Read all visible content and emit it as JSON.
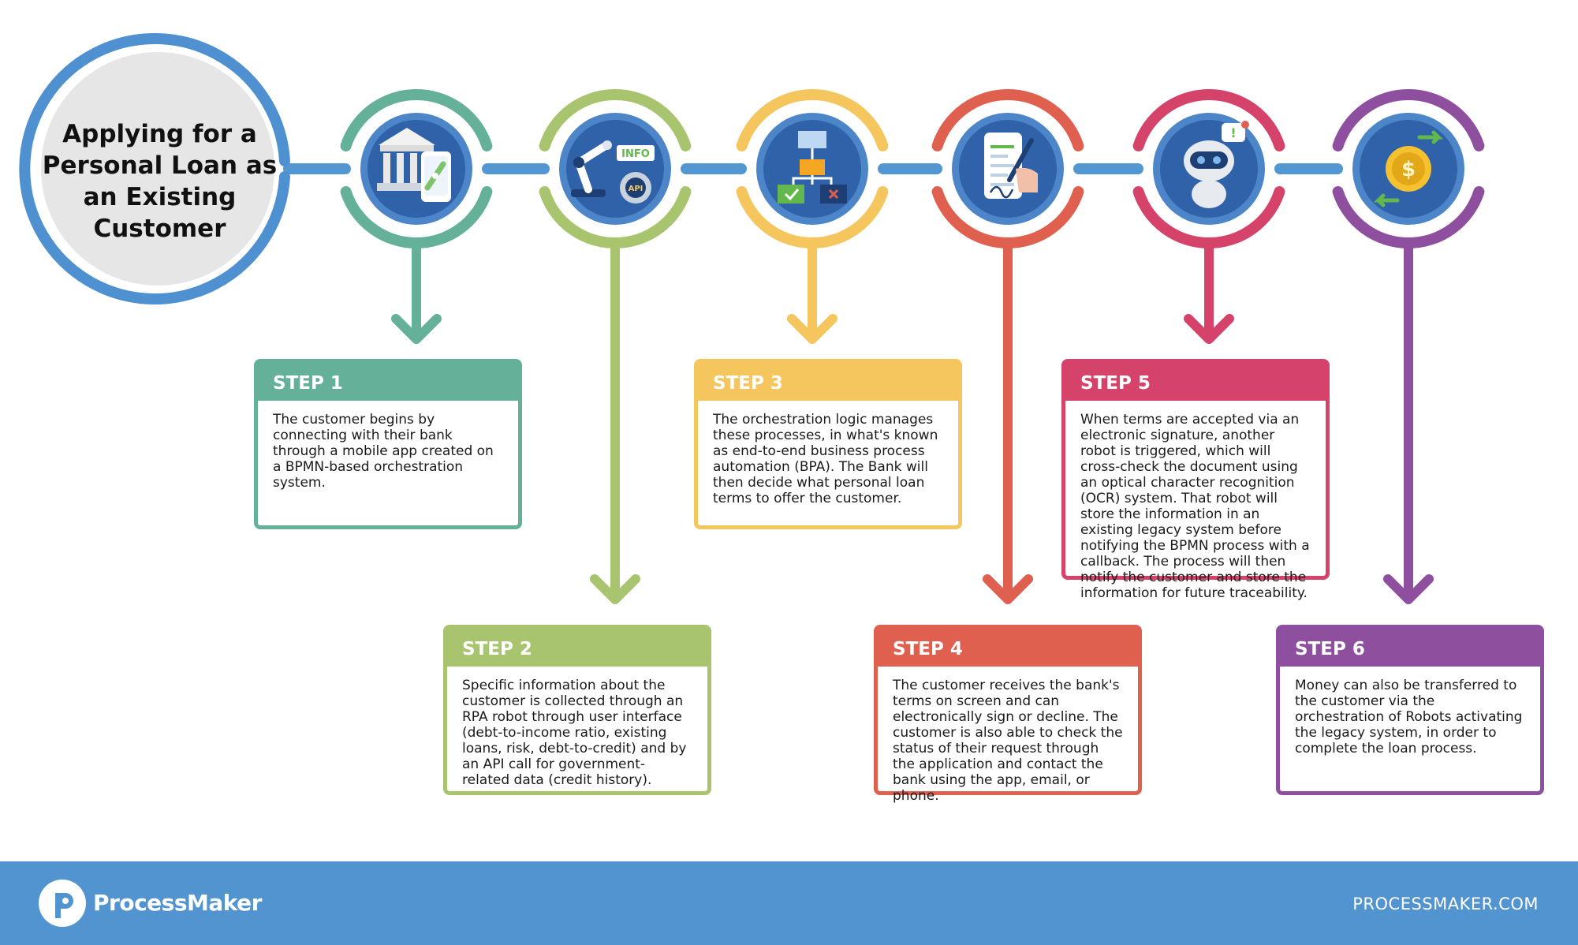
{
  "title": "Applying for a Personal Loan as an Existing Customer",
  "colors": {
    "title_ring": "#4f90d0",
    "connector": "#5296d2",
    "icon_disc": "#4c86c8",
    "footer": "#5294cf"
  },
  "steps": [
    {
      "label": "STEP 1",
      "color": "#64b098",
      "icon": "bank-phone-icon",
      "text": "The customer begins by connecting with their bank through a mobile app created on a BPMN-based orchestration system."
    },
    {
      "label": "STEP 2",
      "color": "#a8c46e",
      "icon": "robot-arm-api-icon",
      "text": "Specific information about the customer is collected through an RPA robot through user interface (debt-to-income ratio, existing loans, risk, debt-to-credit) and by an API call for government-related data (credit history)."
    },
    {
      "label": "STEP 3",
      "color": "#f5c65e",
      "icon": "flowchart-icon",
      "text": "The orchestration logic manages these processes, in what's known as end-to-end business process automation (BPA). The Bank will then decide what personal loan terms to offer the customer."
    },
    {
      "label": "STEP 4",
      "color": "#e0604f",
      "icon": "phone-signature-icon",
      "text": "The customer receives the bank's terms on screen and can electronically sign or decline. The customer is also able to check the status of their request through the application and contact the bank using the app, email, or phone."
    },
    {
      "label": "STEP 5",
      "color": "#d6436a",
      "icon": "robot-alert-icon",
      "text": "When terms are accepted via an electronic signature, another robot is triggered, which will cross-check the document using an optical character recognition (OCR) system. That robot will store the information in an existing legacy system before notifying the BPMN process with a callback. The process will then notify the customer and store the information for future traceability."
    },
    {
      "label": "STEP 6",
      "color": "#8e4f9e",
      "icon": "coin-transfer-icon",
      "text": "Money can also be transferred to the customer via the orchestration of Robots activating the legacy system, in order to complete the loan process."
    }
  ],
  "footer": {
    "brand": "ProcessMaker",
    "logo_icon": "processmaker-logo-icon",
    "site": "PROCESSMAKER.COM"
  }
}
